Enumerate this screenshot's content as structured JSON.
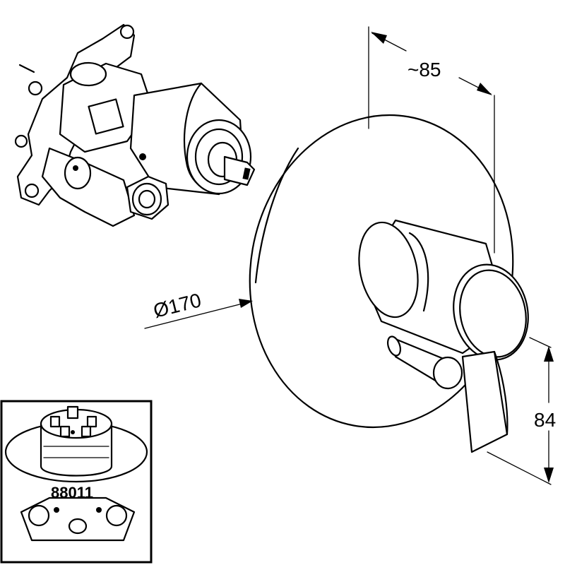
{
  "dimensions": {
    "depth_label": "~85",
    "diameter_label": "Ø170",
    "height_label": "84"
  },
  "inset": {
    "part_number": "88011"
  },
  "colors": {
    "line": "#000000",
    "background": "#ffffff"
  }
}
